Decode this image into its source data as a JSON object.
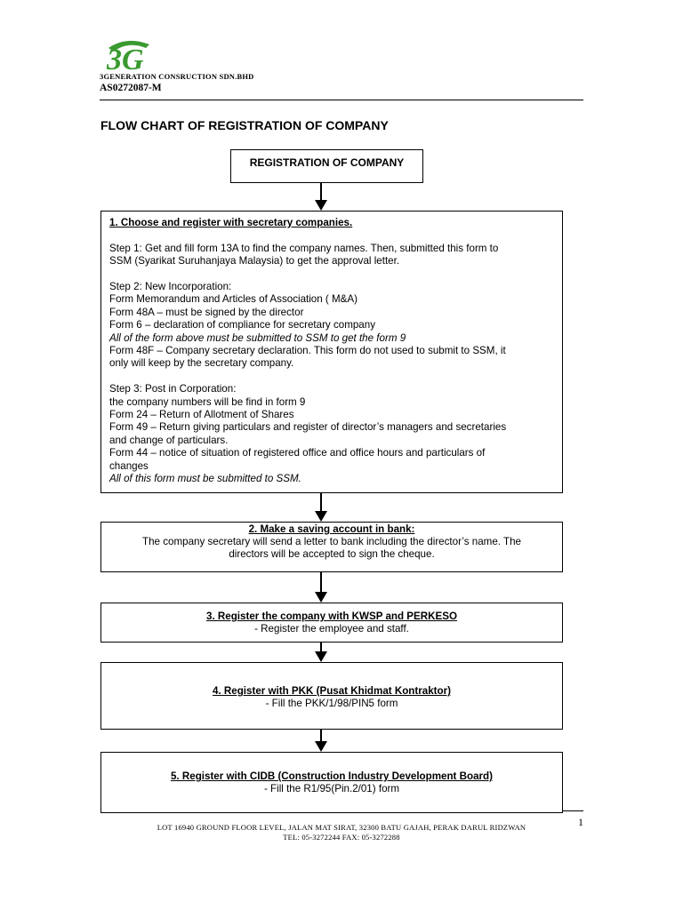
{
  "header": {
    "logo_text": "3G",
    "company_name": "3GENERATION CONSRUCTION SDN.BHD",
    "registration_no": "AS0272087-M"
  },
  "title": "FLOW CHART OF REGISTRATION OF COMPANY",
  "start_box": "REGISTRATION OF COMPANY",
  "step1": {
    "heading": "1. Choose and register with secretary companies.",
    "lines": [
      "Step 1: Get and fill form 13A to find the company names. Then, submitted this form to",
      "SSM (Syarikat Suruhanjaya Malaysia) to get the approval letter.",
      "",
      "Step 2: New Incorporation:",
      "Form Memorandum and Articles of Association ( M&A)",
      "Form 48A – must be signed by the director",
      "Form 6 – declaration of compliance for secretary company",
      "All of the form above must be submitted to SSM to get the form 9",
      "Form 48F – Company secretary declaration. This form do not used to submit to SSM, it",
      "only will keep by the secretary company.",
      "",
      "Step 3: Post in Corporation:",
      "the company numbers will be find in form 9",
      "Form 24 – Return of Allotment of Shares",
      "Form 49 – Return giving particulars and register of director’s managers and secretaries",
      "and change of particulars.",
      "Form 44 – notice of situation of registered office and office hours and particulars of",
      "changes",
      "All of this form must be submitted to SSM."
    ]
  },
  "step2": {
    "heading": "2. Make a saving account in bank:",
    "line1": "The company secretary will send a letter to bank including the director’s name. The",
    "line2": "directors will be accepted to sign the cheque."
  },
  "step3": {
    "heading": "3. Register the company with KWSP and PERKESO",
    "line1": "- Register the employee and staff."
  },
  "step4": {
    "heading": "4. Register with PKK (Pusat Khidmat Kontraktor)",
    "line1": "- Fill the PKK/1/98/PIN5 form"
  },
  "step5": {
    "heading": "5. Register with CIDB (Construction Industry Development Board)",
    "line1": "- Fill the R1/95(Pin.2/01) form"
  },
  "footer": {
    "page_number": "1",
    "address": "LOT 16940 GROUND FLOOR LEVEL, JALAN MAT SIRAT, 32300 BATU GAJAH, PERAK DARUL RIDZWAN",
    "contact": "TEL: 05-3272244    FAX: 05-3272288"
  },
  "colors": {
    "logo_green": "#3a9a2f",
    "text": "#000000"
  }
}
